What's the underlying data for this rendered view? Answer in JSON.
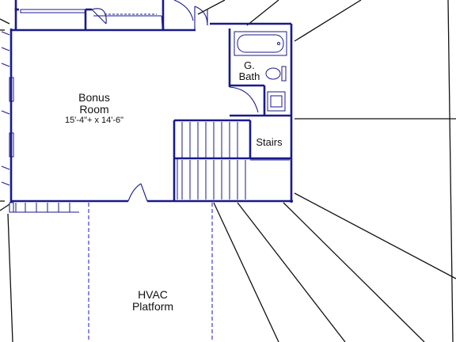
{
  "rooms": {
    "bonus_room": {
      "name_line1": "Bonus",
      "name_line2": "Room",
      "dimensions": "15'-4\"+ x 14'-6\""
    },
    "guest_bath": {
      "name_line1": "G.",
      "name_line2": "Bath"
    },
    "stairs": {
      "name": "Stairs"
    },
    "hvac_platform": {
      "name_line1": "HVAC",
      "name_line2": "Platform"
    }
  },
  "colors": {
    "wall": "#1a1a8c",
    "hidden_line": "#2b2bcc",
    "roof_line": "#111111",
    "background": "#ffffff"
  }
}
